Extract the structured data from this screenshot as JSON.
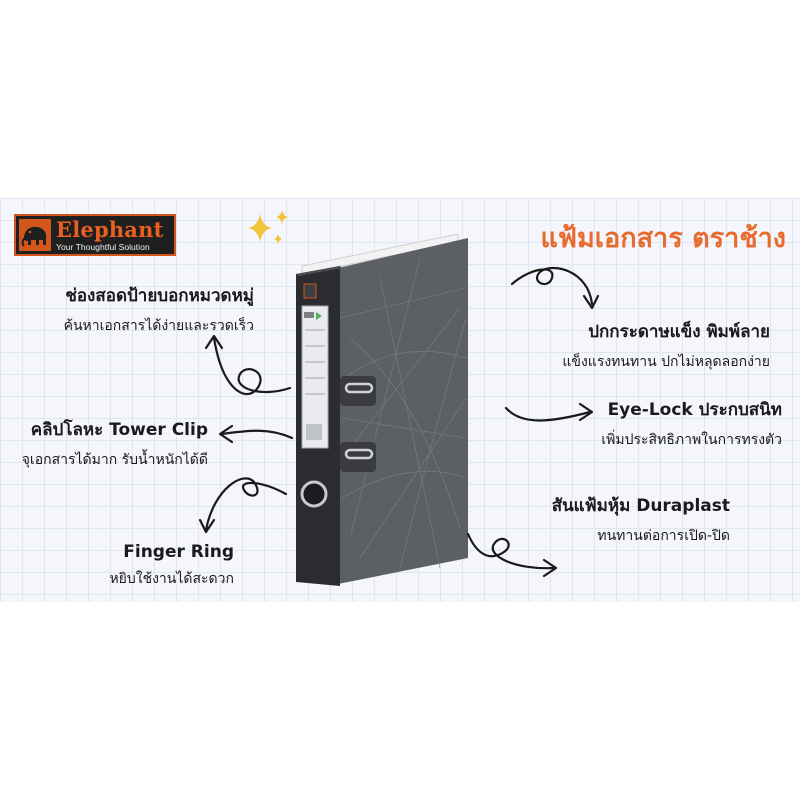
{
  "brand": {
    "name": "Elephant",
    "tagline": "Your Thoughtful Solution",
    "accent_color": "#e8601f"
  },
  "title": "แฟ้มเอกสาร ตราช้าง",
  "features": [
    {
      "heading": "ช่องสอดป้ายบอกหมวดหมู่",
      "subtext": "ค้นหาเอกสารได้ง่ายและรวดเร็ว"
    },
    {
      "heading": "คลิปโลหะ Tower Clip",
      "subtext": "จุเอกสารได้มาก รับน้ำหนักได้ดี"
    },
    {
      "heading": "Finger Ring",
      "subtext": "หยิบใช้งานได้สะดวก"
    },
    {
      "heading": "ปกกระดาษแข็ง พิมพ์ลาย",
      "subtext": "แข็งแรงทนทาน ปกไม่หลุดลอกง่าย"
    },
    {
      "heading": "Eye-Lock ประกบสนิท",
      "subtext": "เพิ่มประสิทธิภาพในการทรงตัว"
    },
    {
      "heading": "สันแฟ้มหุ้ม Duraplast",
      "subtext": "ทนทานต่อการเปิด-ปิด"
    }
  ],
  "icons": [
    "elephant-logo-icon",
    "sparkle-icon",
    "curly-arrow-icon"
  ],
  "colors": {
    "cover": "#5a5d62",
    "spine": "#2a2c30",
    "title": "#e86a2c"
  }
}
